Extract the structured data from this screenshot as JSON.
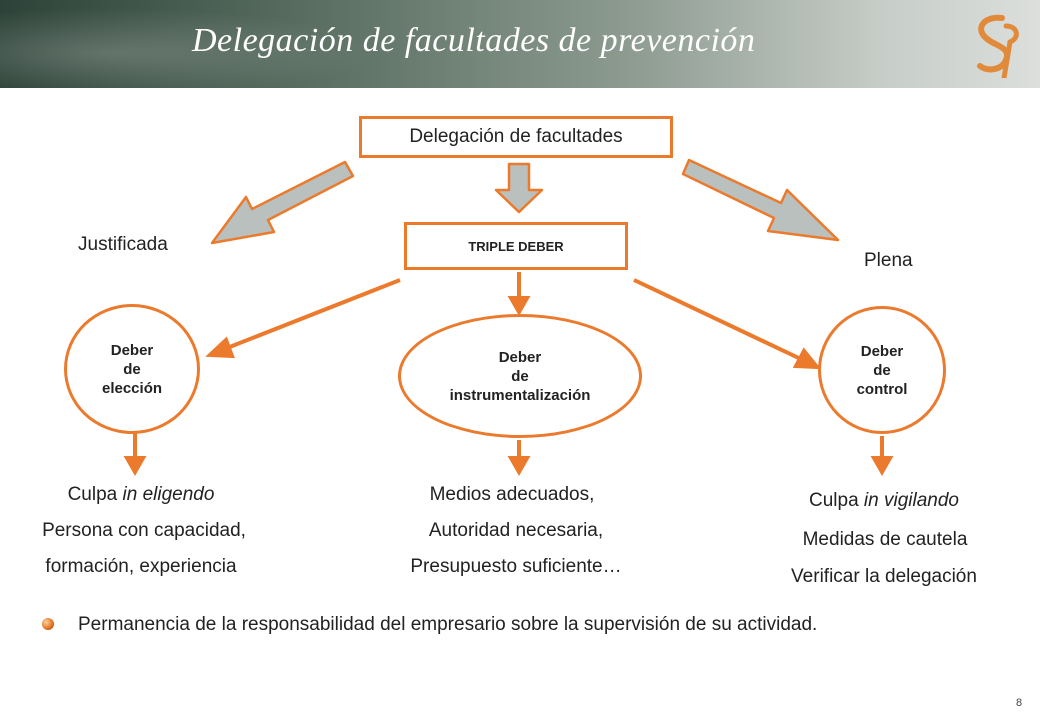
{
  "header": {
    "title": "Delegación de facultades de prevención",
    "logo_text": "Sf"
  },
  "diagram": {
    "top_box": "Delegación de facultades",
    "left_label": "Justificada",
    "right_label": "Plena",
    "center_box": "TRIPLE DEBER",
    "ovals": {
      "left": {
        "line1": "Deber",
        "line2": "de",
        "line3": "elección"
      },
      "middle": {
        "line1": "Deber",
        "line2": "de",
        "line3": "instrumentalización"
      },
      "right": {
        "line1": "Deber",
        "line2": "de",
        "line3": "control"
      }
    },
    "left_texts": {
      "culpa_prefix": "Culpa ",
      "culpa_italic": "in eligendo",
      "line2": "Persona con capacidad,",
      "line3": "formación, experiencia"
    },
    "middle_texts": {
      "line1": "Medios adecuados,",
      "line2": "Autoridad necesaria,",
      "line3": "Presupuesto suficiente…"
    },
    "right_texts": {
      "culpa_prefix": "Culpa ",
      "culpa_italic": "in vigilando",
      "line2": "Medidas de cautela",
      "line3": "Verificar la delegación"
    }
  },
  "bullet_text": "Permanencia de la responsabilidad del empresario sobre la supervisión de su actividad.",
  "page_number": "8",
  "colors": {
    "accent": "#ec7a2d",
    "arrow_gray": "#b9c0bd",
    "header_dark": "#2d4238"
  }
}
